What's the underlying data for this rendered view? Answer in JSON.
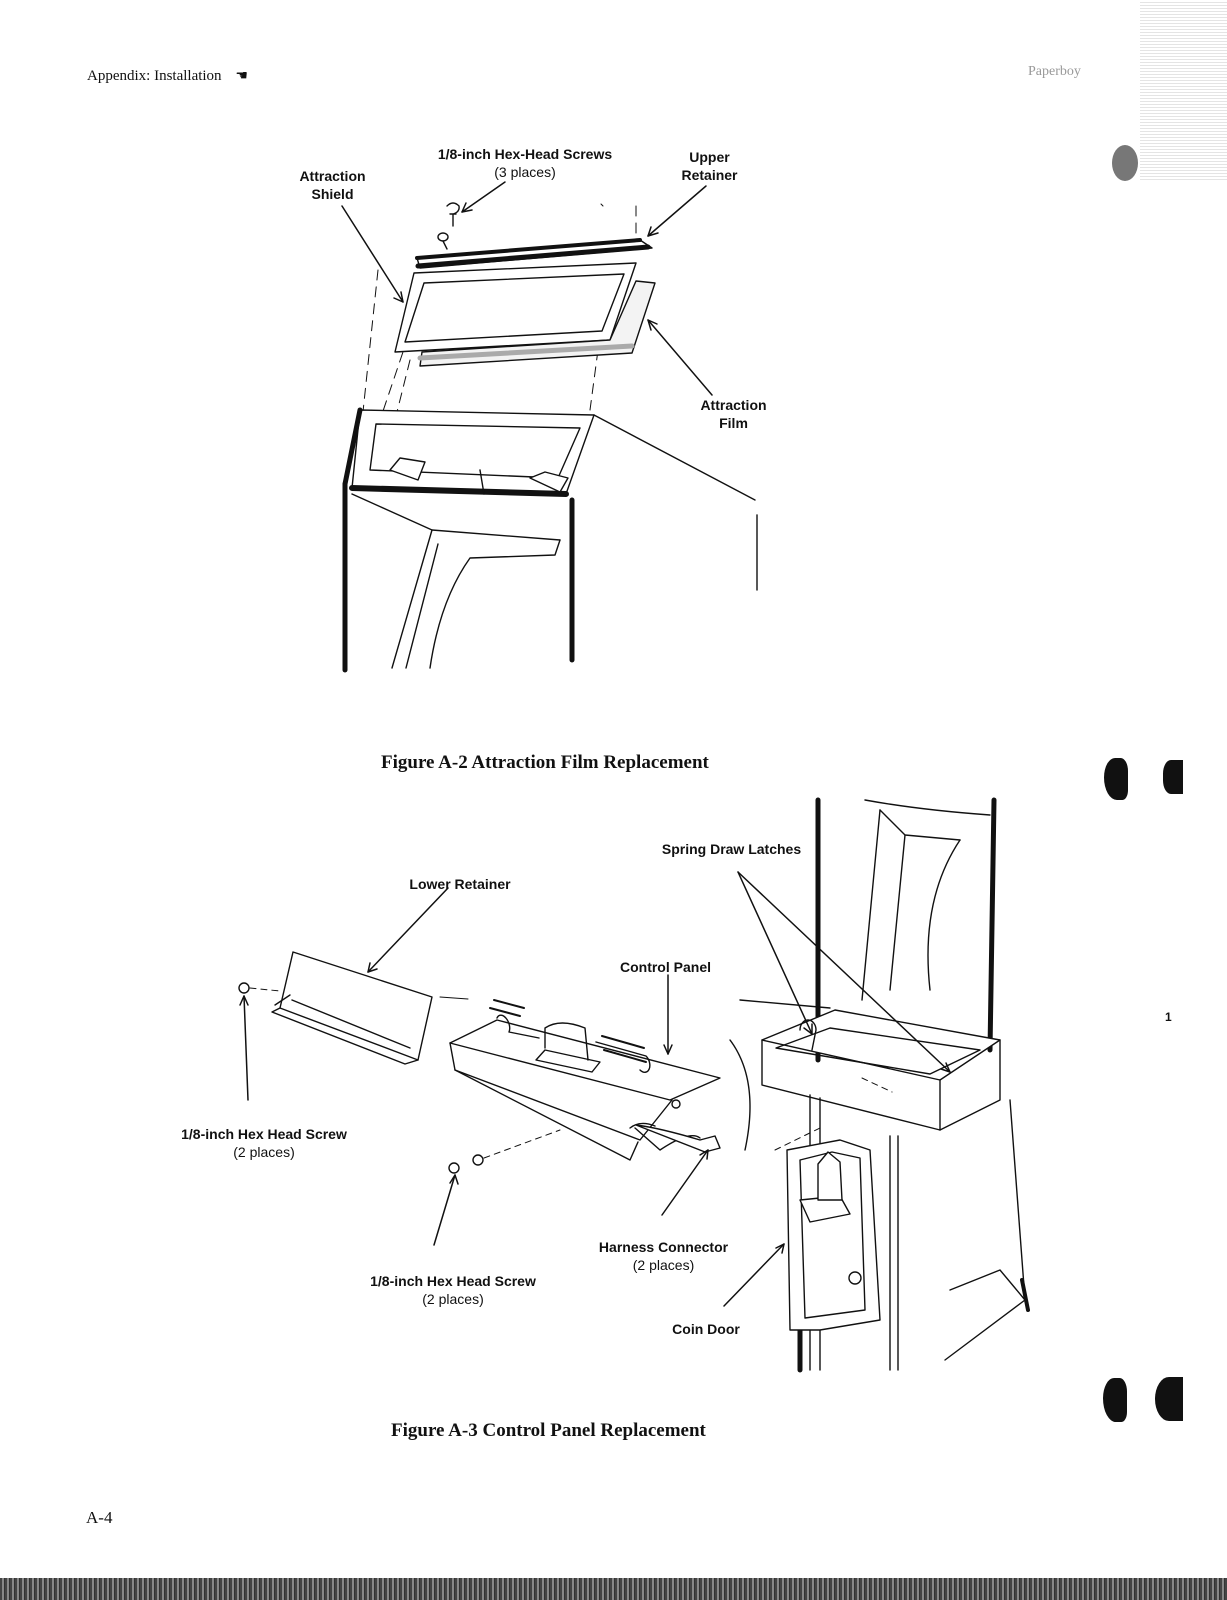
{
  "header": {
    "left": "Appendix: Installation",
    "right": "Paperboy"
  },
  "figure_a2": {
    "caption": "Figure A-2   Attraction Film Replacement",
    "labels": {
      "screws_title": "1/8-inch Hex-Head Screws",
      "screws_note": "(3 places)",
      "upper_retainer_1": "Upper",
      "upper_retainer_2": "Retainer",
      "shield_1": "Attraction",
      "shield_2": "Shield",
      "film_1": "Attraction",
      "film_2": "Film"
    }
  },
  "figure_a3": {
    "caption": "Figure A-3   Control Panel Replacement",
    "labels": {
      "spring_latches": "Spring Draw Latches",
      "lower_retainer": "Lower Retainer",
      "control_panel": "Control Panel",
      "screw_left_title": "1/8-inch Hex Head Screw",
      "screw_left_note": "(2 places)",
      "screw_bottom_title": "1/8-inch Hex Head Screw",
      "screw_bottom_note": "(2 places)",
      "harness_title": "Harness Connector",
      "harness_note": "(2 places)",
      "coin_door": "Coin Door"
    }
  },
  "margin_mark": "1",
  "page_number": "A-4"
}
